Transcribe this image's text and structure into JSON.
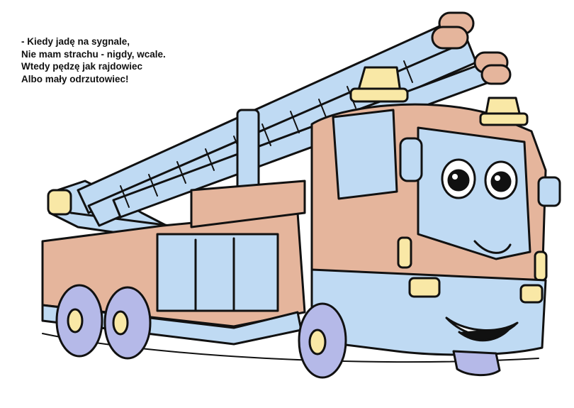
{
  "poem": {
    "lines": [
      "- Kiedy jadę na sygnale,",
      "Nie mam strachu - nigdy, wcale.",
      "Wtedy pędzę jak rajdowiec",
      "Albo mały odrzutowiec!"
    ]
  },
  "illustration": {
    "subject": "cartoon fire truck with ladder",
    "colors": {
      "body": "#E5B59C",
      "light_blue": "#BFDAF3",
      "tire": "#B5B9E8",
      "amber": "#F9E8A6",
      "outline": "#111111"
    }
  }
}
